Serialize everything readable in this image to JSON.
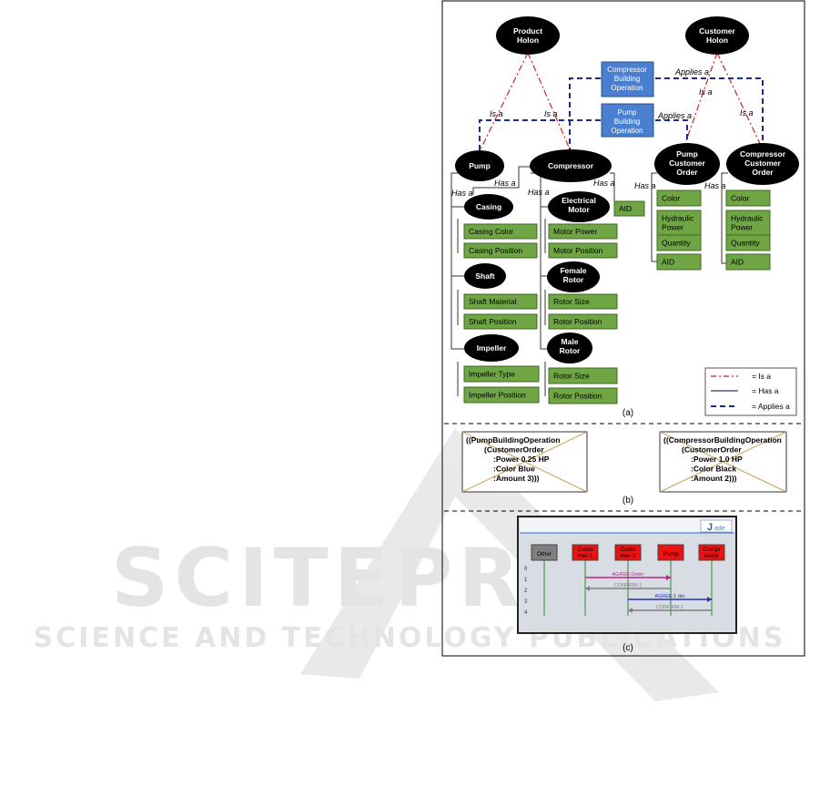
{
  "watermark": {
    "main": "SCITEPRESS",
    "sub": "SCIENCE AND TECHNOLOGY PUBLICATIONS"
  },
  "panel_a": {
    "caption": "(a)",
    "holons": {
      "product": "Product Holon",
      "customer": "Customer Holon"
    },
    "operations": {
      "compressor": "Compressor Building Operation",
      "pump": "Pump Building Operation"
    },
    "classes": {
      "pump": "Pump",
      "compressor": "Compressor",
      "pump_order": "Pump Customer Order",
      "compressor_order": "Compressor Customer Order"
    },
    "relations": {
      "is_a": "Is a",
      "has_a": "Has a",
      "applies_a": "Applies a"
    },
    "pump_parts": {
      "casing": {
        "name": "Casing",
        "attrs": [
          "Casing Color",
          "Casing Position"
        ]
      },
      "shaft": {
        "name": "Shaft",
        "attrs": [
          "Shaft Material",
          "Shaft Position"
        ]
      },
      "impeller": {
        "name": "Impeller",
        "attrs": [
          "Impeller Type",
          "Impeller Position"
        ]
      }
    },
    "compressor_parts": {
      "motor": {
        "name": "Electrical Motor",
        "attrs": [
          "Motor Power",
          "Motor Position"
        ]
      },
      "female": {
        "name": "Female Rotor",
        "attrs": [
          "Rotor Size",
          "Rotor Position"
        ]
      },
      "male": {
        "name": "Male Rotor",
        "attrs": [
          "Rotor Size",
          "Rotor Position"
        ]
      }
    },
    "compressor_aid": "AID",
    "pump_order_attrs": [
      "Color",
      "Hydraulic Power",
      "Quantity",
      "AID"
    ],
    "compressor_order_attrs": [
      "Color",
      "Hydraulic Power",
      "Quantity",
      "AID"
    ],
    "legend": [
      {
        "label": "= Is a",
        "style": "dash-dot",
        "color": "#cc2222"
      },
      {
        "label": "= Has a",
        "style": "solid",
        "color": "#333366"
      },
      {
        "label": "= Applies a",
        "style": "dashed",
        "color": "#1a2a9a"
      }
    ]
  },
  "panel_b": {
    "caption": "(b)",
    "messages": [
      {
        "lines": [
          "((PumpBuildingOperation",
          "(CustomerOrder",
          ":Power 0.25 HP",
          ":Color Blue",
          ":Amount 3)))"
        ]
      },
      {
        "lines": [
          "((CompressorBuildingOperation",
          "(CustomerOrder",
          ":Power 1.0 HP",
          ":Color Black",
          ":Amount 2)))"
        ]
      }
    ]
  },
  "panel_c": {
    "caption": "(c)",
    "agents": [
      "Other",
      "Custo mer-1",
      "Custo mer-2",
      "Pump",
      "Compr essor"
    ],
    "row_numbers": [
      "0",
      "1",
      "2",
      "3",
      "4"
    ],
    "messages": [
      {
        "label": "AGREE:Order",
        "from": 1,
        "to": 3,
        "row": 1,
        "color": "#c02090"
      },
      {
        "label": "CONFIRM-1",
        "from": 3,
        "to": 1,
        "row": 2,
        "color": "#808080"
      },
      {
        "label": "AGREE:1 der",
        "from": 2,
        "to": 4,
        "row": 3,
        "color": "#2030c0"
      },
      {
        "label": "CONFIRM-1",
        "from": 4,
        "to": 2,
        "row": 4,
        "color": "#808080"
      }
    ],
    "colors": {
      "agent": "#ee1111",
      "other": "#808080"
    }
  },
  "colors": {
    "green": "#6fa544",
    "green_border": "#3e6b22",
    "blue_box": "#4a7fd0",
    "ellipse": "#000000"
  }
}
